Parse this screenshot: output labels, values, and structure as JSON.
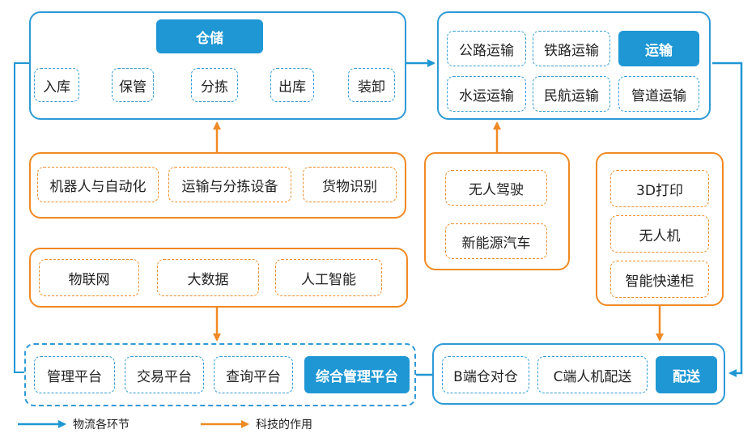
{
  "warehouse": {
    "title": "仓储",
    "steps": [
      "入库",
      "保管",
      "分拣",
      "出库",
      "装卸"
    ]
  },
  "transport": {
    "title": "运输",
    "modes": [
      "公路运输",
      "铁路运输",
      "水运运输",
      "民航运输",
      "管道运输"
    ]
  },
  "warehouse_tech": [
    "机器人与自动化",
    "运输与分拣设备",
    "货物识别"
  ],
  "transport_tech": [
    "无人驾驶",
    "新能源汽车"
  ],
  "delivery_tech": [
    "3D打印",
    "无人机",
    "智能快递柜"
  ],
  "base_tech": [
    "物联网",
    "大数据",
    "人工智能"
  ],
  "platform": {
    "title": "综合管理平台",
    "items": [
      "管理平台",
      "交易平台",
      "查询平台"
    ]
  },
  "delivery": {
    "title": "配送",
    "items": [
      "B端仓对仓",
      "C端人机配送"
    ]
  },
  "legend": {
    "flow_label": "物流各环节",
    "tech_label": "科技的作用"
  },
  "colors": {
    "flow": "#1f97d4",
    "tech": "#f08a24"
  }
}
